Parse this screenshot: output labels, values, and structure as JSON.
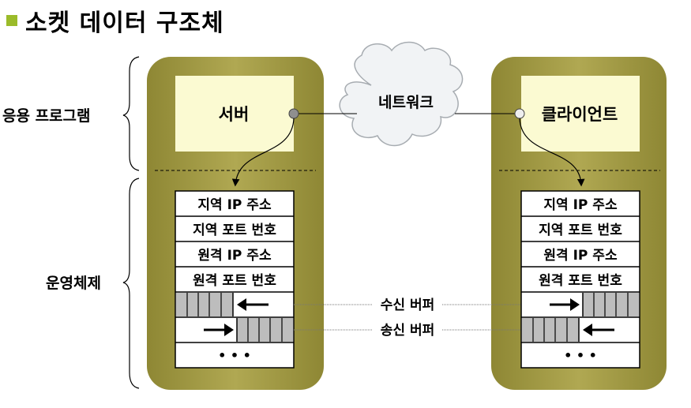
{
  "title": "소켓 데이터 구조체",
  "layers": {
    "application": "응용 프로그램",
    "os": "운영체제"
  },
  "hosts": {
    "server": {
      "label": "서버"
    },
    "client": {
      "label": "클라이언트"
    }
  },
  "network": "네트워크",
  "socket_fields": [
    "지역 IP 주소",
    "지역 포트 번호",
    "원격 IP 주소",
    "원격 포트 번호"
  ],
  "buffers": {
    "receive": "수신 버퍼",
    "send": "송신 버퍼"
  },
  "ellipsis": "• • •",
  "colors": {
    "host_fill": "#a9a048",
    "app_box_fill": "#fbfad2",
    "buffer_cell_fill": "#bdbdbd",
    "title_bullet": "#9bbb2a"
  }
}
